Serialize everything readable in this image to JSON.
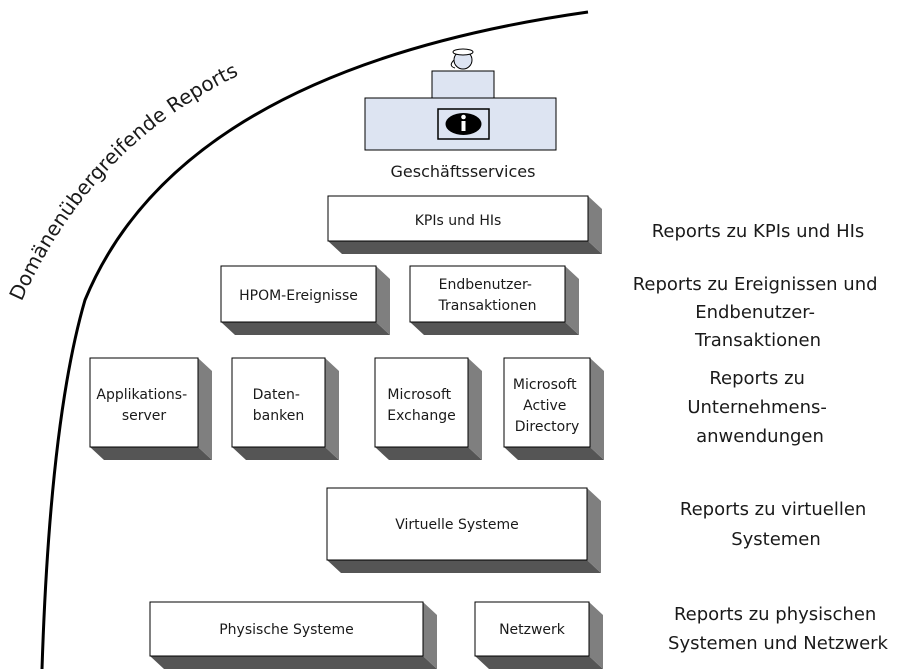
{
  "arc_label": "Domänenübergreifende Reports",
  "service": {
    "label": "Geschäftsservices"
  },
  "boxes": {
    "kpis": [
      "KPIs und HIs"
    ],
    "hpom": [
      "HPOM-Ereignisse"
    ],
    "endbenutzer": [
      "Endbenutzer-",
      "Transaktionen"
    ],
    "appserver": [
      "Applikations-",
      "server"
    ],
    "datenbanken": [
      "Daten-",
      "banken"
    ],
    "exchange": [
      "Microsoft",
      "Exchange"
    ],
    "activedir": [
      "Microsoft",
      "Active",
      "Directory"
    ],
    "virtuell": [
      "Virtuelle Systeme"
    ],
    "physisch": [
      "Physische Systeme"
    ],
    "netzwerk": [
      "Netzwerk"
    ]
  },
  "side_labels": {
    "kpis": [
      "Reports zu KPIs und HIs"
    ],
    "ereignisse": [
      "Reports zu Ereignissen und",
      "Endbenutzer-",
      "Transaktionen"
    ],
    "unternehmen": [
      "Reports zu",
      "Unternehmens-",
      "anwendungen"
    ],
    "virtuell": [
      "Reports zu virtuellen",
      "Systemen"
    ],
    "physisch": [
      "Reports zu physischen",
      "Systemen und Netzwerk"
    ]
  },
  "colors": {
    "box_front": "#ffffff",
    "box_side": "#7f7f7f",
    "box_bottom": "#555555",
    "service_panel": "#dde4f2",
    "stroke": "#000000"
  }
}
